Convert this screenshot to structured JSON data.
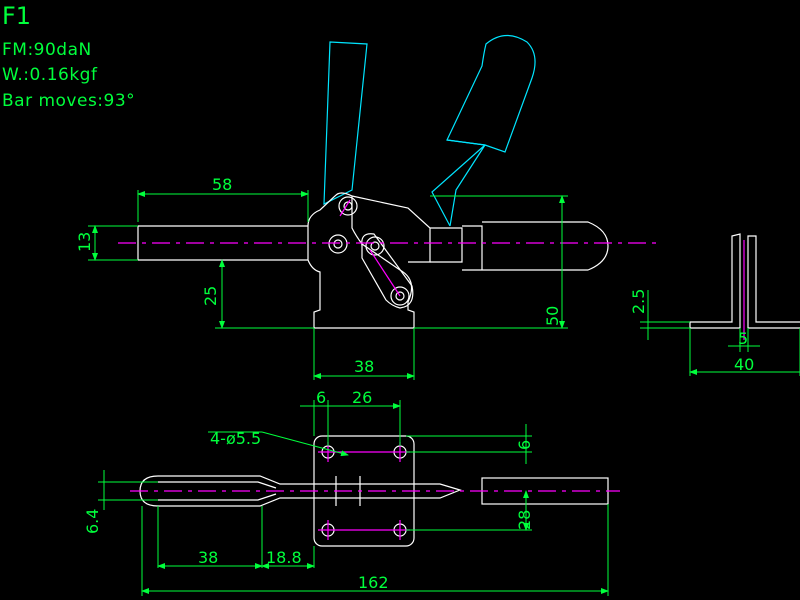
{
  "drawing": {
    "title": "F1",
    "specs": [
      "FM:90daN",
      "W.:0.16kgf",
      "Bar moves:93°"
    ]
  },
  "dimensions": {
    "d58": "58",
    "d13": "13",
    "d25": "25",
    "d50": "50",
    "d38_front": "38",
    "d2_5": "2.5",
    "d5": "5",
    "d40": "40",
    "d6_top": "6",
    "d26": "26",
    "holes": "4-ø5.5",
    "d6_right": "6",
    "d28": "28",
    "d6_4": "6.4",
    "d38_bottom": "38",
    "d18_8": "18.8",
    "d162": "162"
  },
  "colors": {
    "background": "#000000",
    "outline": "#ffffff",
    "dimension": "#00ff3c",
    "alt_position": "#00e5ff",
    "centerline": "#ff00ff"
  }
}
